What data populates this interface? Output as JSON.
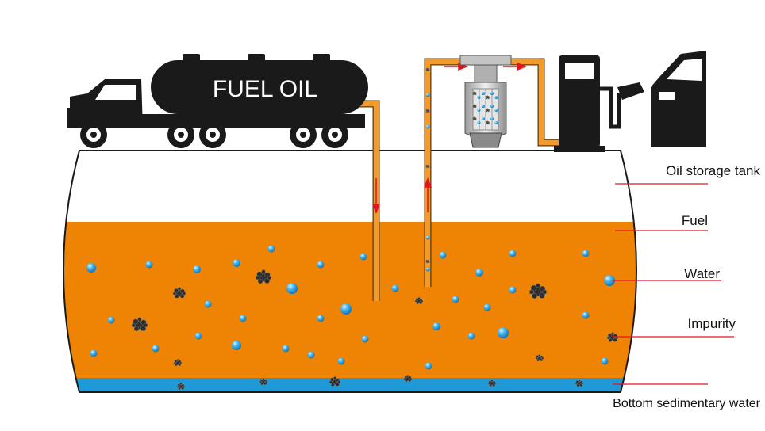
{
  "truck": {
    "tank_label": "FUEL OIL"
  },
  "labels": [
    {
      "id": "oil-storage-tank",
      "text": "Oil storage tank"
    },
    {
      "id": "fuel",
      "text": "Fuel"
    },
    {
      "id": "water",
      "text": "Water"
    },
    {
      "id": "impurity",
      "text": "Impurity"
    },
    {
      "id": "bottom-sedimentary-water",
      "text": "Bottom sedimentary water"
    }
  ],
  "colors": {
    "fuel": "#ee8304",
    "water_layer": "#1f9ad6",
    "droplet": "#2aa7e6",
    "impurity": "#2e2e2e",
    "pipe": "#f49a2a",
    "flow_arrow": "#e3141e",
    "leader_line": "#e3141e",
    "outline": "#1a1a1a"
  },
  "icons": [
    "fuel-truck-icon",
    "filter-icon",
    "fuel-pump-icon",
    "car-icon"
  ]
}
